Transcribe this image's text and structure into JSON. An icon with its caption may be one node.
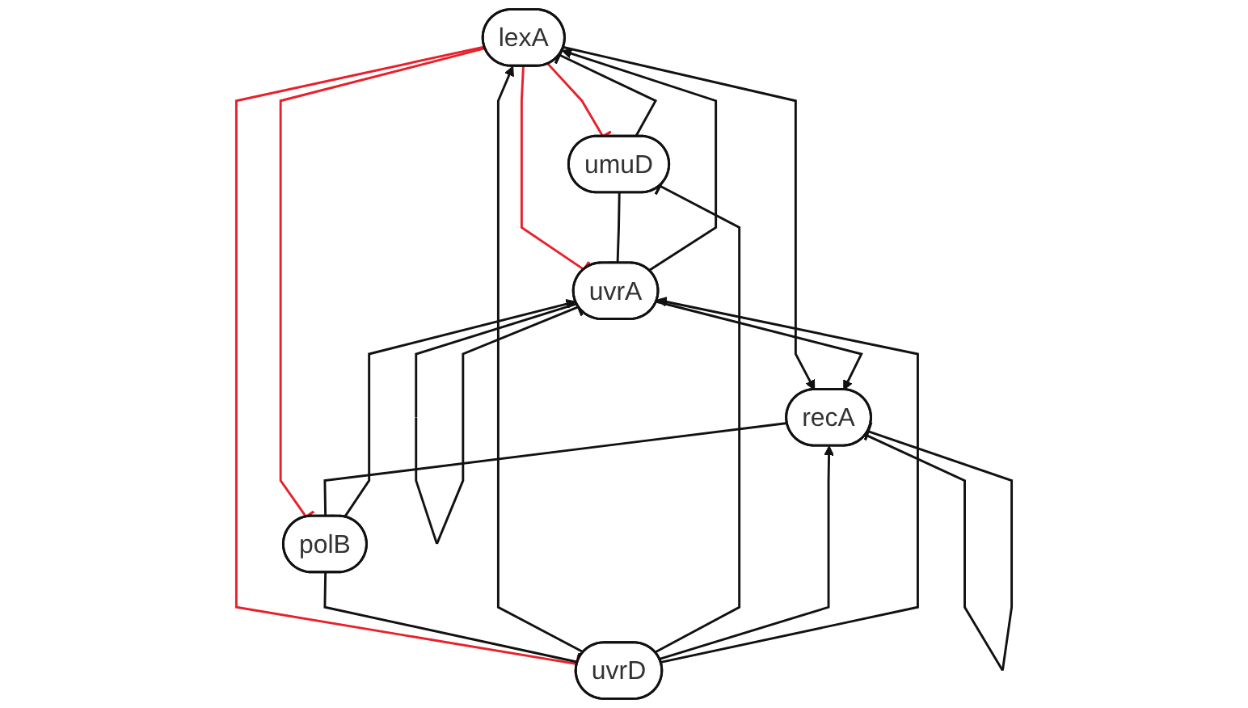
{
  "diagram": {
    "nodes": [
      {
        "text": [
          "lexA"
        ]
      },
      {
        "text": [
          "umuD"
        ]
      },
      {
        "text": [
          "uvrD"
        ]
      },
      {
        "text": [
          "polB"
        ]
      },
      {
        "text": [
          "recA"
        ]
      },
      {
        "text": [
          "uvrA"
        ]
      }
    ],
    "edges": [
      {
        "from": 0,
        "to": 1,
        "arrow": "other",
        "color": "#e8202a"
      },
      {
        "from": 1,
        "to": 0,
        "arrow": "other"
      },
      {
        "from": 0,
        "to": 2,
        "arrow": "other",
        "color": "#e8202a"
      },
      {
        "from": 2,
        "to": 0,
        "arrow": "to"
      },
      {
        "from": 0,
        "to": 4,
        "arrow": "to"
      },
      {
        "from": 0,
        "to": 5,
        "arrow": "other",
        "color": "#e8202a"
      },
      {
        "from": 5,
        "to": 0,
        "arrow": "to"
      },
      {
        "from": 0,
        "to": 3,
        "arrow": "other",
        "color": "#e8202a"
      },
      {
        "from": 2,
        "to": 1,
        "arrow": "other"
      },
      {
        "from": 3,
        "to": 2,
        "arrow": "other"
      },
      {
        "from": 1,
        "to": 5,
        "arrow": "other"
      },
      {
        "from": 2,
        "to": 4,
        "arrow": "to"
      },
      {
        "from": 2,
        "to": 5,
        "arrow": "to"
      },
      {
        "from": 4,
        "to": 3,
        "arrow": "other"
      },
      {
        "from": 3,
        "to": 5,
        "arrow": "to"
      },
      {
        "from": 5,
        "to": 4,
        "arrow": "to"
      },
      {
        "from": 4,
        "to": 4,
        "arrow": "other"
      },
      {
        "from": 5,
        "to": 5,
        "arrow": "other"
      }
    ]
  }
}
